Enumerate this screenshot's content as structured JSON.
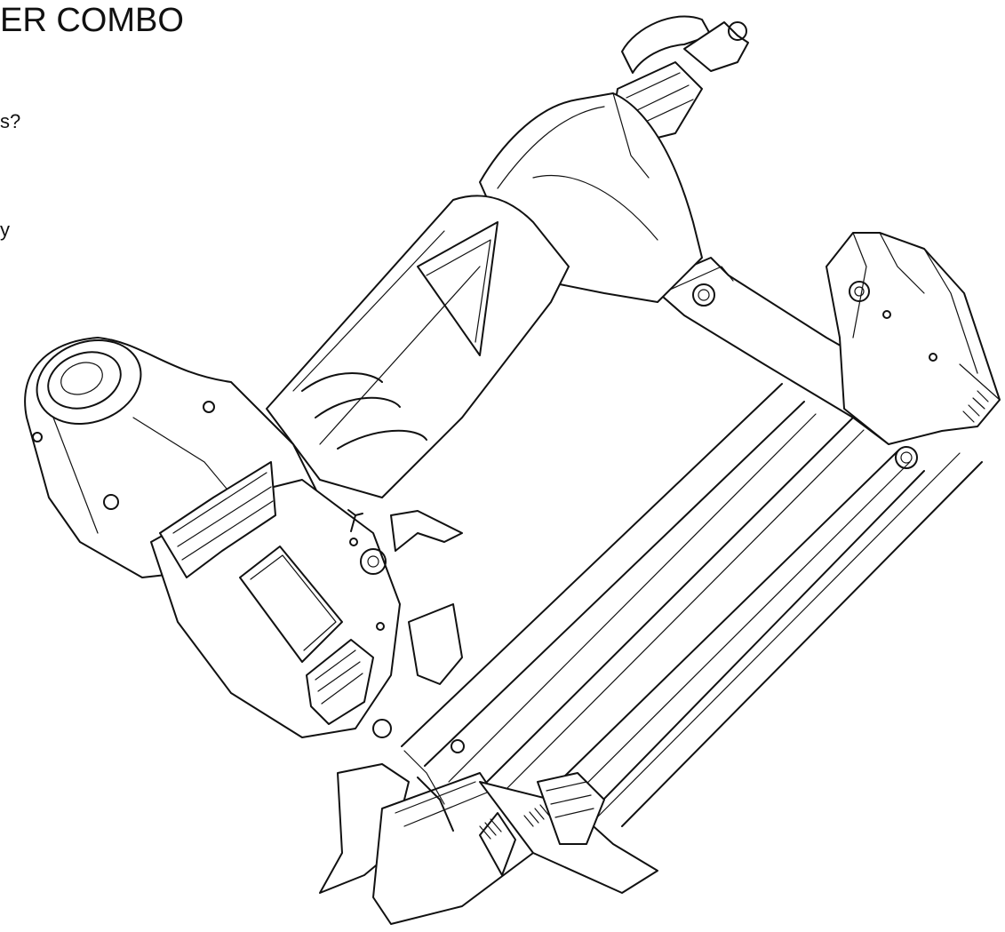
{
  "header": {
    "title": "ER COMBO"
  },
  "text_fragments": [
    "s?",
    "y"
  ],
  "illustration": {
    "icon": "pneumatic-flooring-nailer-line-drawing",
    "stroke_color": "#111111",
    "background_color": "#ffffff"
  }
}
